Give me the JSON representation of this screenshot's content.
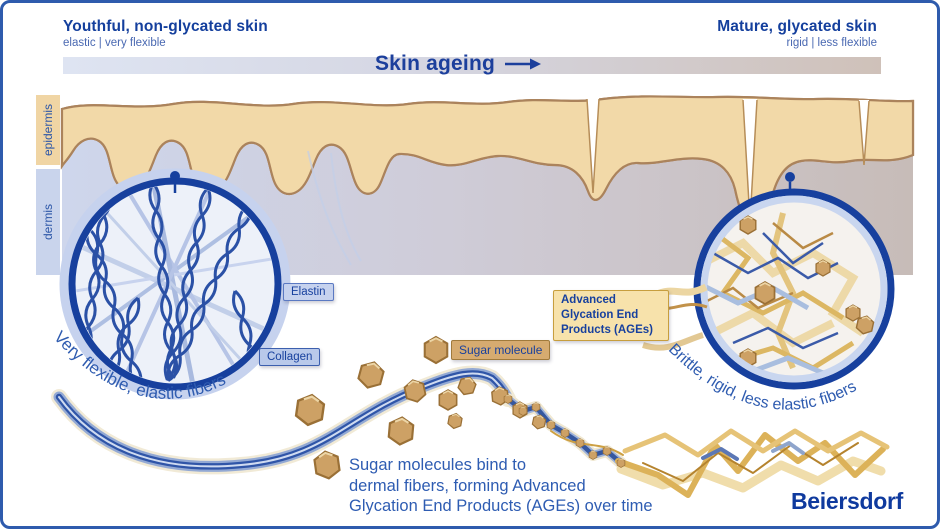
{
  "colors": {
    "brand_blue": "#143f9d",
    "accent_light_blue": "#c6d2ee",
    "epidermis_tan": "#f2d9a8",
    "gold": "#dcb259",
    "dermis_young": "#ced6ec",
    "dermis_old": "#c7bcb8"
  },
  "header": {
    "left_title": "Youthful, non-glycated skin",
    "left_subtitle": "elastic | very flexible",
    "right_title": "Mature, glycated skin",
    "right_subtitle": "rigid | less flexible"
  },
  "ageing_band": {
    "label": "Skin ageing"
  },
  "skin_layers": {
    "epidermis": "epidermis",
    "dermis": "dermis"
  },
  "magnifiers": {
    "left": {
      "caption": "Very flexible, elastic fibers",
      "elastin_label": "Elastin",
      "collagen_label": "Collagen"
    },
    "right": {
      "caption": "Brittle, rigid, less elastic fibers",
      "ages_label": "Advanced Glycation End Products (AGEs)"
    }
  },
  "sugar": {
    "label": "Sugar molecule"
  },
  "caption": {
    "lines": [
      "Sugar molecules bind to",
      "dermal fibers, forming Advanced",
      "Glycation End Products (AGEs) over time"
    ]
  },
  "logo": {
    "text": "Beiersdorf"
  }
}
